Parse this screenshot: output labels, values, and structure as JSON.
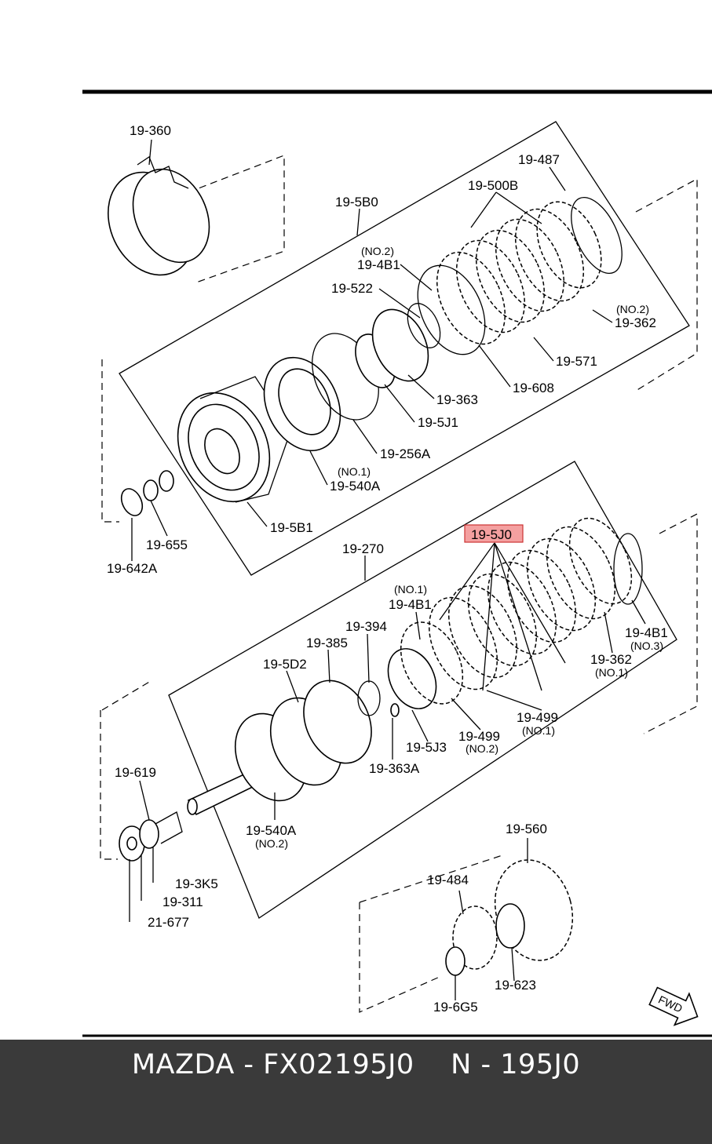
{
  "footer": {
    "text": "MAZDA - FX02195J0    N - 195J0"
  },
  "highlight_color": "#f4a0a0",
  "callouts": {
    "c_19_360": "19-360",
    "c_19_487": "19-487",
    "c_19_500B": "19-500B",
    "c_19_5B0": "19-5B0",
    "c_no2_a": "(NO.2)",
    "c_19_4B1_a": "19-4B1",
    "c_19_522": "19-522",
    "c_no2_b": "(NO.2)",
    "c_19_362_a": "19-362",
    "c_19_571": "19-571",
    "c_19_608": "19-608",
    "c_19_363": "19-363",
    "c_19_5J1": "19-5J1",
    "c_19_256A": "19-256A",
    "c_no1_a": "(NO.1)",
    "c_19_540A_a": "19-540A",
    "c_19_5B1": "19-5B1",
    "c_19_655": "19-655",
    "c_19_642A": "19-642A",
    "c_19_270": "19-270",
    "c_19_5J0": "19-5J0",
    "c_no1_b": "(NO.1)",
    "c_19_4B1_b": "19-4B1",
    "c_19_394": "19-394",
    "c_19_385": "19-385",
    "c_19_5D2": "19-5D2",
    "c_19_4B1_c": "19-4B1",
    "c_no3": "(NO.3)",
    "c_19_362_b": "19-362",
    "c_no1_c": "(NO.1)",
    "c_19_499_a": "19-499",
    "c_no1_d": "(NO.1)",
    "c_19_499_b": "19-499",
    "c_no2_c": "(NO.2)",
    "c_19_5J3": "19-5J3",
    "c_19_363A": "19-363A",
    "c_19_619": "19-619",
    "c_19_540A_b": "19-540A",
    "c_no2_d": "(NO.2)",
    "c_19_3K5": "19-3K5",
    "c_19_311": "19-311",
    "c_21_677": "21-677",
    "c_19_560": "19-560",
    "c_19_484": "19-484",
    "c_19_623": "19-623",
    "c_19_6G5": "19-6G5",
    "c_fwd": "FWD"
  }
}
